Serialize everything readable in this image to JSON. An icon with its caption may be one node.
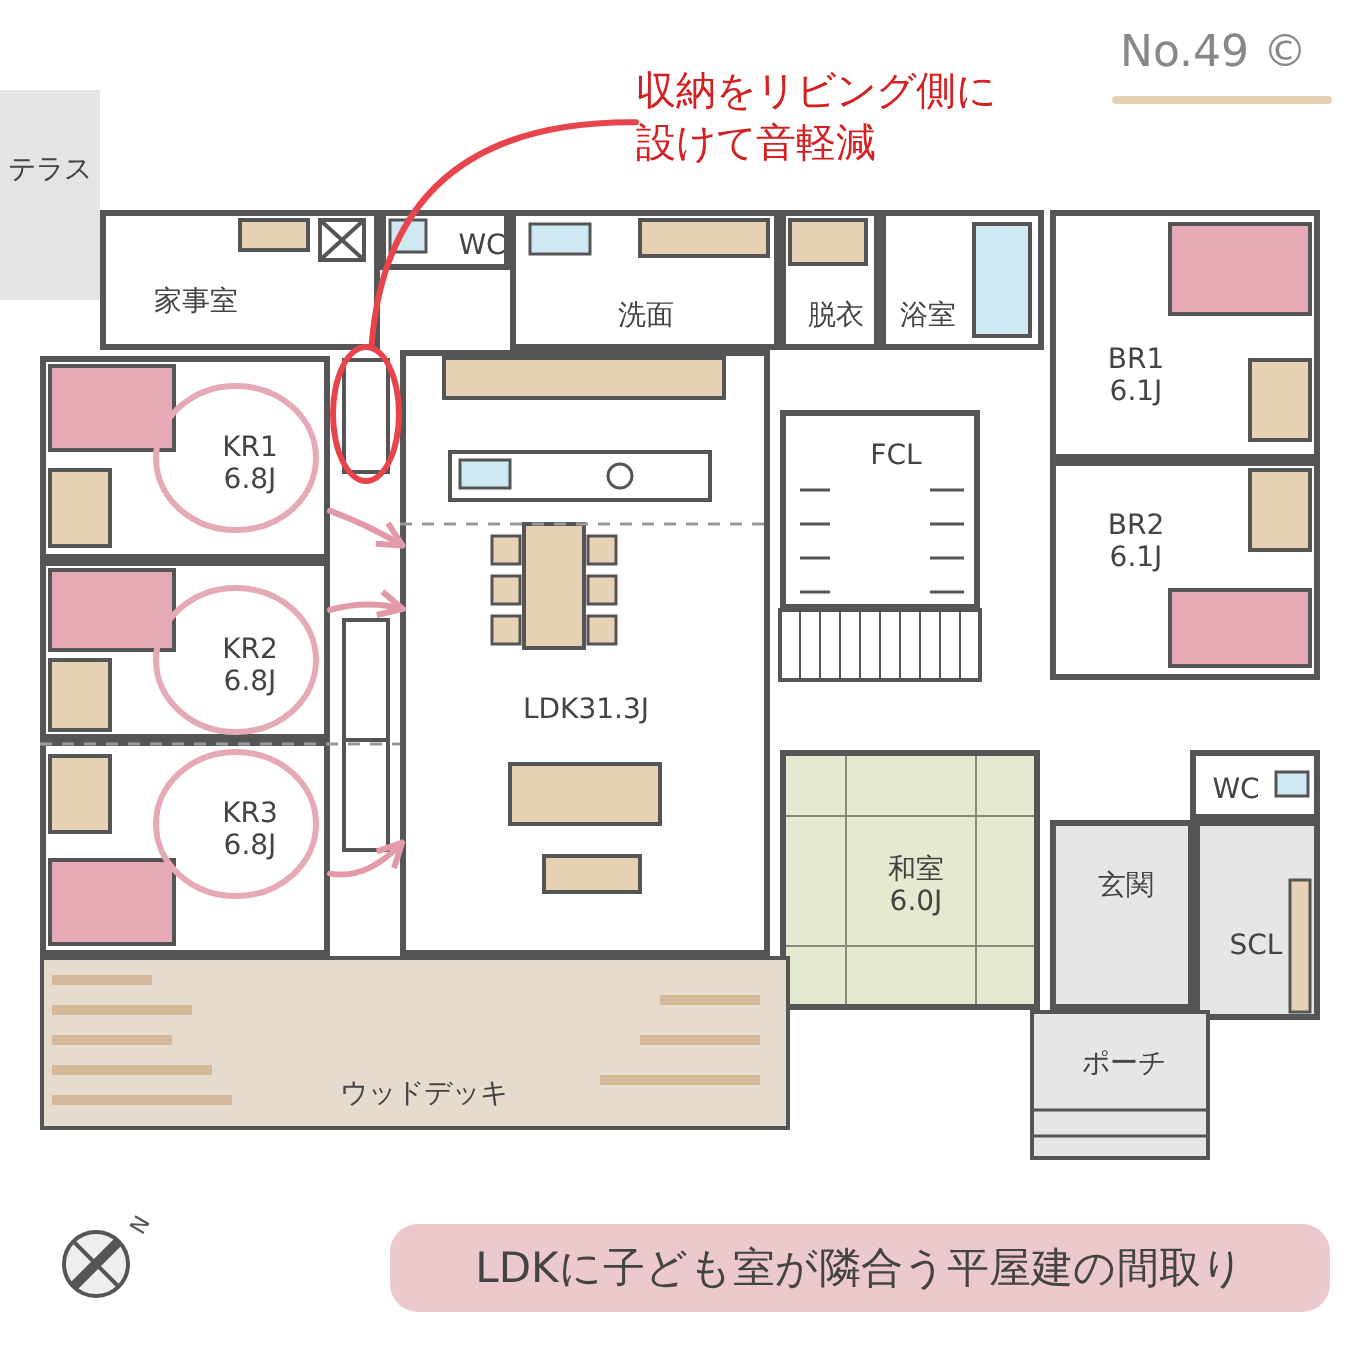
{
  "diagram": {
    "title": "LDKに子ども室が隣合う平屋建の間取り",
    "nodes": [
      {
        "text": [
          "テラス"
        ]
      },
      {
        "text": [
          "家事室"
        ]
      },
      {
        "text": [
          "WC"
        ]
      },
      {
        "text": [
          "洗面"
        ]
      },
      {
        "text": [
          "脱衣"
        ]
      },
      {
        "text": [
          "浴室"
        ]
      },
      {
        "text": [
          "BR1",
          "6.1J"
        ]
      },
      {
        "text": [
          "KR1",
          "6.8J"
        ]
      },
      {
        "text": [],
        "shape": "circle"
      },
      {
        "text": [
          "FCL"
        ]
      },
      {
        "text": [
          "BR2",
          "6.1J"
        ]
      },
      {
        "text": [
          "KR2",
          "6.8J"
        ]
      },
      {
        "text": [
          "LDK31.3J"
        ]
      },
      {
        "text": [
          "KR3",
          "6.8J"
        ]
      },
      {
        "text": [
          "WC"
        ]
      },
      {
        "text": [
          "和室",
          "6.0J"
        ]
      },
      {
        "text": [
          "玄関"
        ]
      },
      {
        "text": [
          "SCL"
        ]
      },
      {
        "text": [
          "ポーチ"
        ]
      },
      {
        "text": [
          "ウッドデッキ"
        ]
      },
      {
        "text": [
          "収納をリビング側に設けて音軽減"
        ]
      }
    ],
    "edges": [
      {
        "from": 20,
        "to": 8,
        "arrow": "none",
        "color": "#e8444c"
      },
      {
        "from": 7,
        "to": 12,
        "arrow": "to"
      },
      {
        "from": 11,
        "to": 12,
        "arrow": "to"
      },
      {
        "from": 13,
        "to": 12,
        "arrow": "to"
      }
    ],
    "labels": [
      "No.49 ©",
      "N"
    ]
  }
}
